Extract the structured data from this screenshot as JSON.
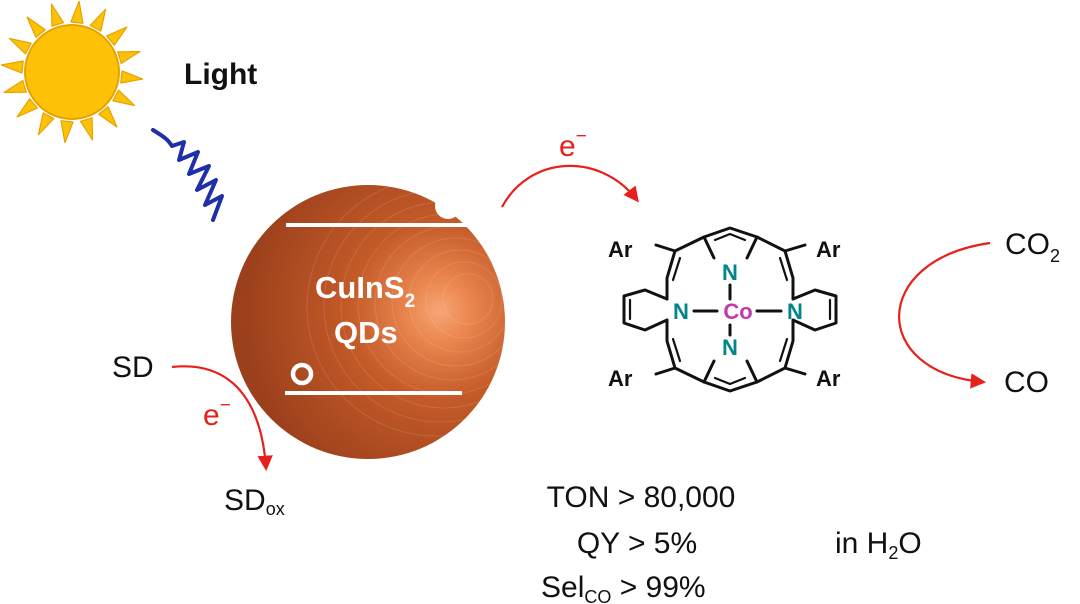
{
  "colors": {
    "sun": "#ffc107",
    "sun_stroke": "#e4a400",
    "photon": "#1f2fa8",
    "electron": "#e8201c",
    "qd_dark": "#9a3f1c",
    "qd_light": "#f0905c",
    "nitrogen": "#00858a",
    "cobalt": "#c23aa8",
    "text": "#111111"
  },
  "icons": {
    "sun": "sun-icon",
    "photon": "wavy-photon-icon"
  },
  "light_label": "Light",
  "qd": {
    "line1": "CuInS",
    "line1_sub": "2",
    "line2": "QDs"
  },
  "electron_label": "e",
  "electron_sup": "−",
  "sacrificial_donor": {
    "reduced": "SD",
    "oxidized": "SD",
    "oxidized_sub": "ox"
  },
  "catalyst": {
    "substituent": "Ar",
    "nitrogen": "N",
    "metal": "Co"
  },
  "reaction": {
    "reactant": "CO",
    "reactant_sub": "2",
    "product": "CO"
  },
  "metrics": {
    "ton": "TON > 80,000",
    "qy": "QY > 5%",
    "sel_prefix": "Sel",
    "sel_sub": "CO",
    "sel_suffix": " > 99%"
  },
  "solvent": {
    "prefix": "in H",
    "sub": "2",
    "suffix": "O"
  }
}
